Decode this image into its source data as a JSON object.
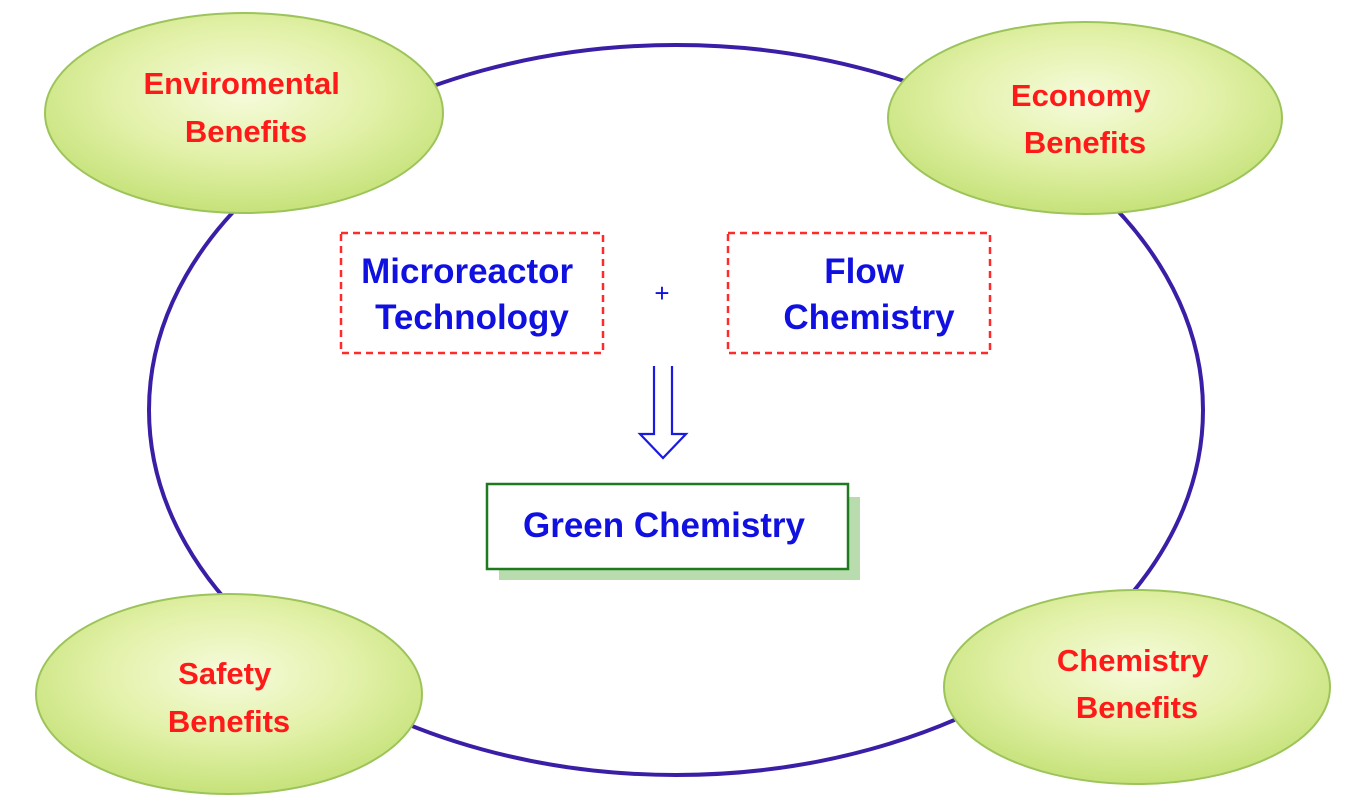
{
  "colors": {
    "ring": "#3a1fa6",
    "benefit_fill_light": "#f3f9d3",
    "benefit_fill_dark": "#c9e57a",
    "benefit_border": "#9cc45a",
    "benefit_text": "#ff1a1a",
    "tech_text": "#1010e0",
    "dashed_border": "#ff2a2a",
    "arrow": "#1a1ae0",
    "green_box_border": "#1e7a1e",
    "green_box_shadow": "#b8dcae"
  },
  "benefits": {
    "environmental": {
      "line1": "Enviromental",
      "line2": "Benefits"
    },
    "economy": {
      "line1": "Economy",
      "line2": "Benefits"
    },
    "safety": {
      "line1": "Safety",
      "line2": "Benefits"
    },
    "chemistry": {
      "line1": "Chemistry",
      "line2": "Benefits"
    }
  },
  "center": {
    "microreactor": {
      "line1": "Microreactor",
      "line2": "Technology"
    },
    "plus": "+",
    "flow": {
      "line1": "Flow",
      "line2": "Chemistry"
    },
    "arrow_icon": "double-down-arrow-icon",
    "result": "Green Chemistry"
  }
}
